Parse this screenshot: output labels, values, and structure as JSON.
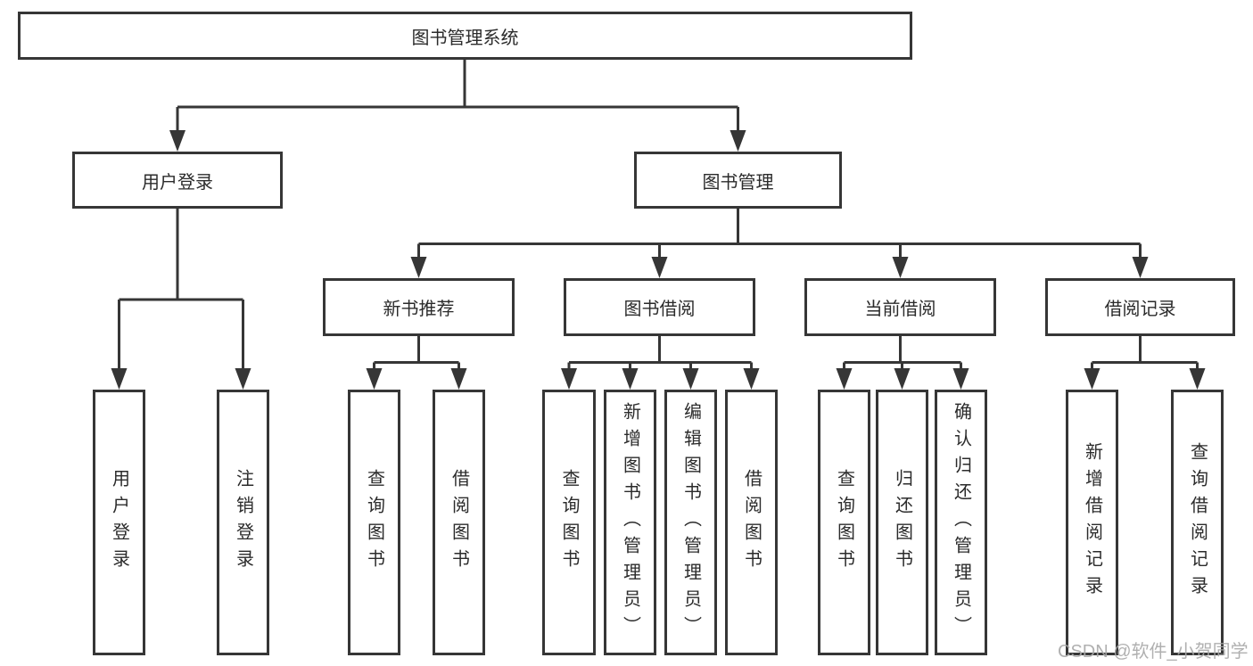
{
  "diagram": {
    "root": {
      "label": "图书管理系统"
    },
    "branches": [
      {
        "label": "用户登录",
        "children": [
          {
            "label": "用户登录"
          },
          {
            "label": "注销登录"
          }
        ]
      },
      {
        "label": "图书管理",
        "children": [
          {
            "label": "新书推荐",
            "children": [
              {
                "label": "查询图书"
              },
              {
                "label": "借阅图书"
              }
            ]
          },
          {
            "label": "图书借阅",
            "children": [
              {
                "label": "查询图书"
              },
              {
                "label": "新增图书（管理员）"
              },
              {
                "label": "编辑图书（管理员）"
              },
              {
                "label": "借阅图书"
              }
            ]
          },
          {
            "label": "当前借阅",
            "children": [
              {
                "label": "查询图书"
              },
              {
                "label": "归还图书"
              },
              {
                "label": "确认归还（管理员）"
              }
            ]
          },
          {
            "label": "借阅记录",
            "children": [
              {
                "label": "新增借阅记录"
              },
              {
                "label": "查询借阅记录"
              }
            ]
          }
        ]
      }
    ]
  },
  "watermark": {
    "text": "CSDN @软件_小贺同学"
  },
  "colors": {
    "line": "#363636",
    "text": "#2b2b2b",
    "background": "#ffffff",
    "box_fill": "#ffffff",
    "watermark": "#a8a8a8"
  }
}
